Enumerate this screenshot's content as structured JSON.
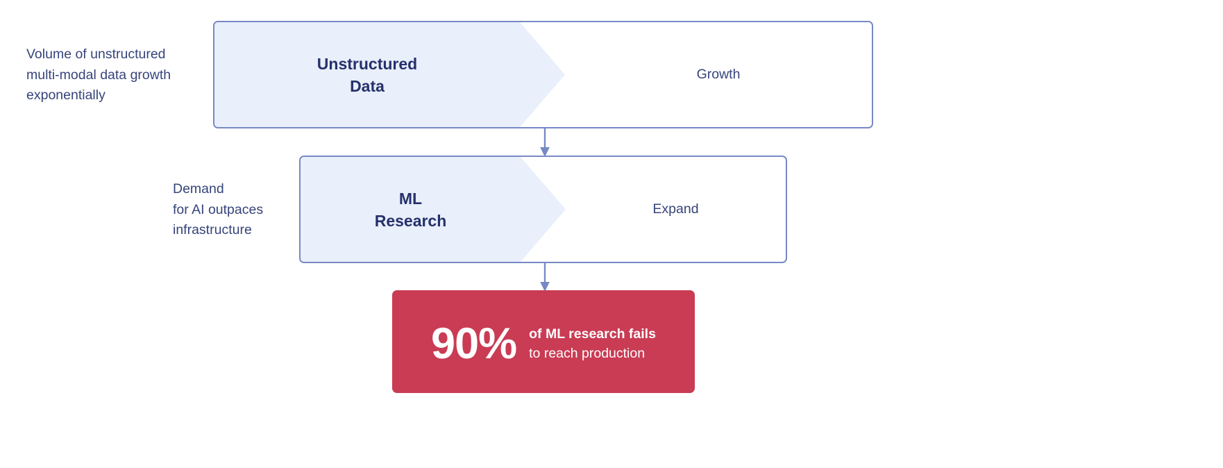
{
  "diagram": {
    "type": "flow-diagram",
    "background_color": "#ffffff",
    "accent_blue": "#7689c4",
    "fill_blue": "#e9effb",
    "text_navy": "#26316b",
    "text_slate": "#36447a",
    "stat_red": "#c93c54"
  },
  "captions": [
    {
      "id": "caption-1",
      "text": "Volume of unstructured\nmulti-modal data growth\nexponentially"
    },
    {
      "id": "caption-2",
      "text": "Demand\nfor AI outpaces\ninfrastructure"
    }
  ],
  "bands": [
    {
      "id": "band-1",
      "head_label": "Unstructured\nData",
      "tail_label": "Growth"
    },
    {
      "id": "band-2",
      "head_label": "ML\nResearch",
      "tail_label": "Expand"
    }
  ],
  "connectors": [
    {
      "id": "connector-1",
      "direction": "down"
    },
    {
      "id": "connector-2",
      "direction": "down"
    }
  ],
  "stat": {
    "value": "90%",
    "line_1": "of ML research fails",
    "line_2": "to reach production"
  }
}
